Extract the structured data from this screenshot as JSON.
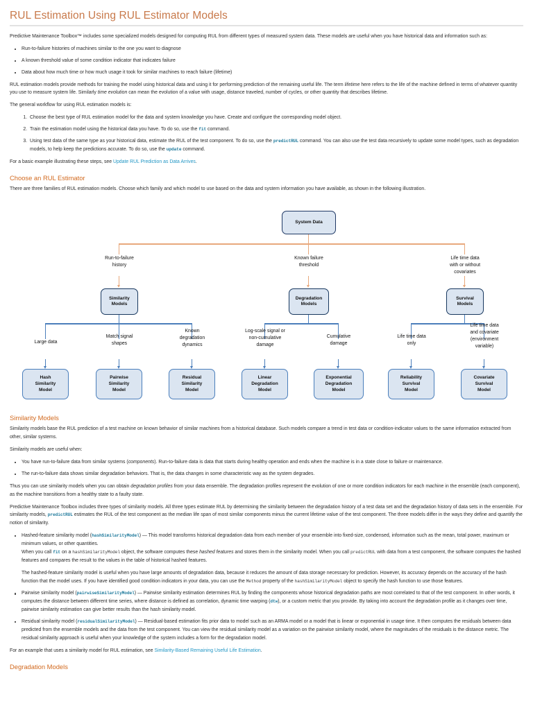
{
  "title": "RUL Estimation Using RUL Estimator Models",
  "intro": {
    "p1_a": "Predictive Maintenance Toolbox™ includes some specialized models designed for computing RUL from different types of measured system data. These models are useful when you have historical data and information such as:",
    "bullets": [
      "Run-to-failure histories of machines similar to the one you want to diagnose",
      "A known threshold value of some condition indicator that indicates failure",
      "Data about how much time or how much usage it took for similar machines to reach failure (lifetime)"
    ],
    "p2_a": "RUL estimation models provide methods for training the model using historical data and using it for performing prediction of the remaining useful life. The term ",
    "p2_em1": "lifetime",
    "p2_b": " here refers to the life of the machine defined in terms of whatever quantity you use to measure system life. Similarly ",
    "p2_em2": "time evolution",
    "p2_c": " can mean the evolution of a value with usage, distance traveled, number of cycles, or other quantity that describes lifetime.",
    "p3": "The general workflow for using RUL estimation models is:",
    "steps": [
      {
        "a": "Choose the best type of RUL estimation model for the data and system knowledge you have. Create and configure the corresponding model object.",
        "code": "",
        "b": "",
        "code2": "",
        "c": ""
      },
      {
        "a": "Train the estimation model using the historical data you have. To do so, use the ",
        "code": "fit",
        "b": " command.",
        "code2": "",
        "c": ""
      },
      {
        "a": "Using test data of the same type as your historical data, estimate the RUL of the test component. To do so, use the ",
        "code": "predictRUL",
        "b": " command. You can also use the test data recursively to update some model types, such as degradation models, to help keep the predictions accurate. To do so, use the ",
        "code2": "update",
        "c": " command."
      }
    ],
    "p4_a": "For a basic example illustrating these steps, see ",
    "p4_link": "Update RUL Prediction as Data Arrives",
    "p4_b": "."
  },
  "choose_section": {
    "heading": "Choose an RUL Estimator",
    "p1": "There are three families of RUL estimation models. Choose which family and which model to use based on the data and system information you have available, as shown in the following illustration."
  },
  "diagram": {
    "root": "System Data",
    "branch_labels": [
      "Run-to-failure\nhistory",
      "Known failure\nthreshold",
      "Life time data\nwith or without\ncovariates"
    ],
    "families": [
      "Similarity\nModels",
      "Degradation\nModels",
      "Survival\nModels"
    ],
    "leaf_labels": [
      "Large data",
      "Match signal\nshapes",
      "Known\ndegradation\ndynamics",
      "Log-scale signal or\nnon-cumulative\ndamage",
      "Cumulative\ndamage",
      "Life time data\nonly",
      "Life time data\nand covariate\n(environment\nvariable)"
    ],
    "leaves": [
      "Hash\nSimilarity\nModel",
      "Pairwise\nSimilarity\nModel",
      "Residual\nSimilarity\nModel",
      "Linear\nDegradation\nModel",
      "Exponential\nDegradation\nModel",
      "Reliability\nSurvival\nModel",
      "Covariate\nSurvival\nModel"
    ]
  },
  "similarity_section": {
    "heading": "Similarity Models",
    "p1": "Similarity models base the RUL prediction of a test machine on known behavior of similar machines from a historical database. Such models compare a trend in test data or condition-indicator values to the same information extracted from other, similar systems.",
    "p2": "Similarity models are useful when:",
    "bullet1_a": "You have run-to-failure data from similar systems (",
    "bullet1_em": "components",
    "bullet1_b": "). Run-to-failure data is data that starts during healthy operation and ends when the machine is in a state close to failure or maintenance.",
    "bullet2": "The run-to-failure data shows similar degradation behaviors. That is, the data changes in some characteristic way as the system degrades.",
    "p3_a": "Thus you can use similarity models when you can obtain ",
    "p3_em": "degradation profiles",
    "p3_b": " from your data ensemble. The degradation profiles represent the evolution of one or more condition indicators for each machine in the ensemble (each component), as the machine transitions from a healthy state to a faulty state.",
    "p4_a": "Predictive Maintenance Toolbox includes three types of similarity models. All three types estimate RUL by determining the similarity between the degradation history of a test data set and the degradation history of data sets in the ensemble. For similarity models, ",
    "p4_code": "predictRUL",
    "p4_b": " estimates the RUL of the test component as the median life span of most similar components minus the current lifetime value of the test component. The three models differ in the ways they define and quantify the notion of similarity.",
    "hashed": {
      "a": "Hashed-feature similarity model (",
      "code": "hashSimilarityModel",
      "b": ") — This model transforms historical degradation data from each member of your ensemble into fixed-size, condensed, information such as the mean, total power, maximum or minimum values, or other quantities.",
      "sub1_a": "When you call ",
      "sub1_code1": "fit",
      "sub1_b": " on a ",
      "sub1_code2": "hashSimilarityModel",
      "sub1_c": " object, the software computes these ",
      "sub1_em": "hashed features",
      "sub1_d": " and stores them in the similarity model. When you call ",
      "sub1_code3": "predictRUL",
      "sub1_e": " with data from a test component, the software computes the hashed features and compares the result to the values in the table of historical hashed features.",
      "sub2_a": "The hashed-feature similarity model is useful when you have large amounts of degradation data, because it reduces the amount of data storage necessary for prediction. However, its accuracy depends on the accuracy of the hash function that the model uses. If you have identified good condition indicators in your data, you can use the ",
      "sub2_code1": "Method",
      "sub2_b": " property of the ",
      "sub2_code2": "hashSimilarityModel",
      "sub2_c": " object to specify the hash function to use those features."
    },
    "pairwise": {
      "a": "Pairwise similarity model (",
      "code": "pairwiseSimilarityModel",
      "b": ") — Pairwise similarity estimation determines RUL by finding the components whose historical degradation paths are most correlated to that of the test component. In other words, it computes the distance between different time series, where distance is defined as correlation, dynamic time warping (",
      "code2": "dtw",
      "c": "), or a custom metric that you provide. By taking into account the degradation profile as it changes over time, pairwise similarity estimation can give better results than the hash similarity model."
    },
    "residual": {
      "a": "Residual similarity model (",
      "code": "residualSimilarityModel",
      "b": ") — Residual-based estimation fits prior data to model such as an ARMA model or a model that is linear or exponential in usage time. It then computes the residuals between data predicted from the ensemble models and the data from the test component. You can view the residual similarity model as a variation on the pairwise similarity model, where the magnitudes of the residuals is the distance metric. The residual similarity approach is useful when your knowledge of the system includes a form for the degradation model."
    },
    "p5_a": "For an example that uses a similarity model for RUL estimation, see ",
    "p5_link": "Similarity-Based Remaining Useful Life Estimation",
    "p5_b": "."
  },
  "degradation_section": {
    "heading": "Degradation Models"
  }
}
